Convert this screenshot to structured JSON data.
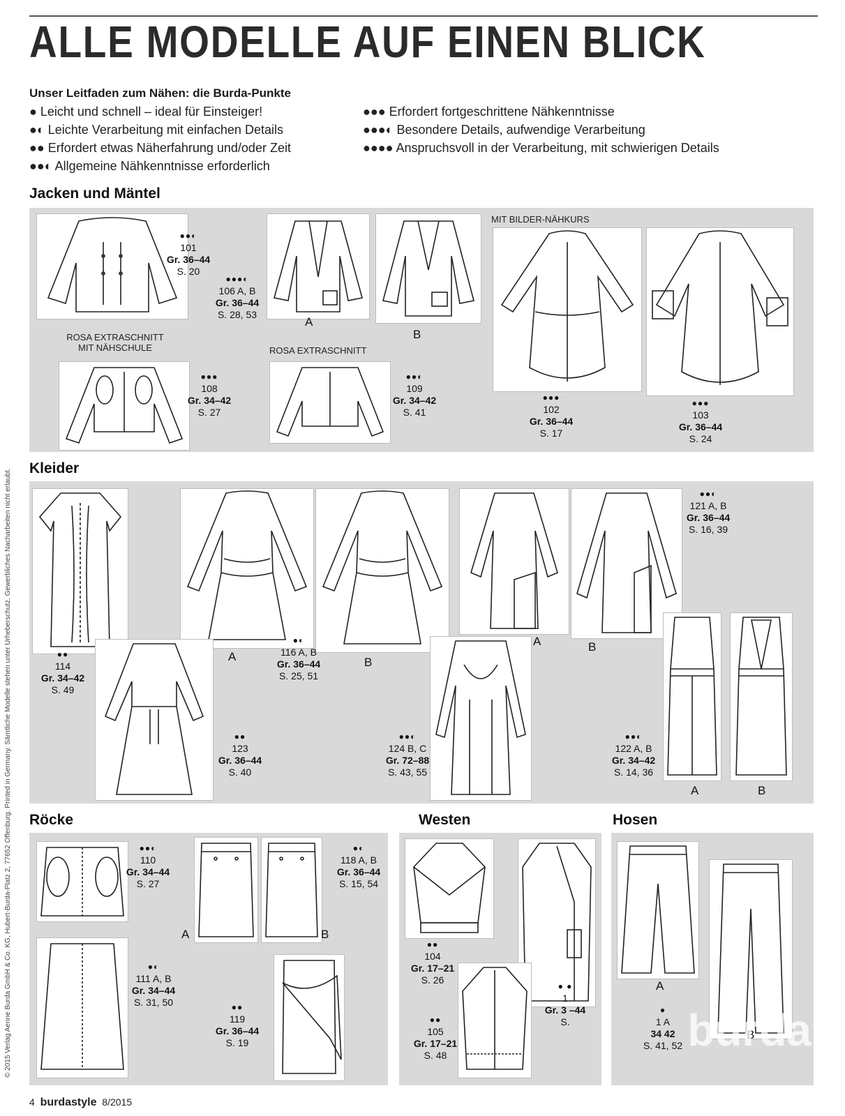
{
  "page_title": "ALLE MODELLE AUF EINEN BLICK",
  "guide": {
    "heading": "Unser Leitfaden zum Nähen: die Burda-Punkte",
    "left": [
      {
        "dots": "●",
        "text": "Leicht und schnell – ideal für Einsteiger!"
      },
      {
        "dots": "●◐",
        "text": "Leichte Verarbeitung mit einfachen Details"
      },
      {
        "dots": "●●",
        "text": "Erfordert etwas Näherfahrung und/oder Zeit"
      },
      {
        "dots": "●●◐",
        "text": "Allgemeine Nähkenntnisse erforderlich"
      }
    ],
    "right": [
      {
        "dots": "●●●",
        "text": "Erfordert fortgeschrittene Nähkenntnisse"
      },
      {
        "dots": "●●●◐",
        "text": "Besondere Details, aufwendige Verarbeitung"
      },
      {
        "dots": "●●●●",
        "text": "Anspruchsvoll in der Verarbeitung, mit schwierigen Details"
      }
    ]
  },
  "sections": {
    "jacken": "Jacken und Mäntel",
    "kleider": "Kleider",
    "roecke": "Röcke",
    "westen": "Westen",
    "hosen": "Hosen"
  },
  "tags": {
    "bilder": "MIT BILDER-NÄHKURS",
    "rosa1a": "ROSA EXTRASCHNITT",
    "rosa1b": "MIT NÄHSCHULE",
    "rosa2": "ROSA EXTRASCHNITT"
  },
  "models": {
    "m101": {
      "dots": "●●◐",
      "num": "101",
      "gr": "Gr. 36–44",
      "page": "S. 20"
    },
    "m106": {
      "dots": "●●●◐",
      "num": "106 A, B",
      "gr": "Gr. 36–44",
      "page": "S. 28, 53"
    },
    "m108": {
      "dots": "●●●",
      "num": "108",
      "gr": "Gr. 34–42",
      "page": "S. 27"
    },
    "m109": {
      "dots": "●●◐",
      "num": "109",
      "gr": "Gr. 34–42",
      "page": "S. 41"
    },
    "m102": {
      "dots": "●●●",
      "num": "102",
      "gr": "Gr. 36–44",
      "page": "S. 17"
    },
    "m103": {
      "dots": "●●●",
      "num": "103",
      "gr": "Gr. 36–44",
      "page": "S. 24"
    },
    "m114": {
      "dots": "●●",
      "num": "114",
      "gr": "Gr. 34–42",
      "page": "S. 49"
    },
    "m116": {
      "dots": "●◐",
      "num": "116 A, B",
      "gr": "Gr. 36–44",
      "page": "S. 25, 51"
    },
    "m121": {
      "dots": "●●◐",
      "num": "121 A, B",
      "gr": "Gr. 36–44",
      "page": "S. 16, 39"
    },
    "m123": {
      "dots": "●●",
      "num": "123",
      "gr": "Gr. 36–44",
      "page": "S. 40"
    },
    "m124": {
      "dots": "●●◐",
      "num": "124 B, C",
      "gr": "Gr. 72–88",
      "page": "S. 43, 55"
    },
    "m122": {
      "dots": "●●◐",
      "num": "122 A, B",
      "gr": "Gr. 34–42",
      "page": "S. 14, 36"
    },
    "m110": {
      "dots": "●●◐",
      "num": "110",
      "gr": "Gr. 34–44",
      "page": "S. 27"
    },
    "m118": {
      "dots": "●◐",
      "num": "118 A, B",
      "gr": "Gr. 36–44",
      "page": "S. 15, 54"
    },
    "m111": {
      "dots": "●◐",
      "num": "111 A, B",
      "gr": "Gr. 34–44",
      "page": "S. 31, 50"
    },
    "m119": {
      "dots": "●●",
      "num": "119",
      "gr": "Gr. 36–44",
      "page": "S. 19"
    },
    "m104": {
      "dots": "●●",
      "num": "104",
      "gr": "Gr. 17–21",
      "page": "S. 26"
    },
    "m105": {
      "dots": "●●",
      "num": "105",
      "gr": "Gr. 17–21",
      "page": "S. 48"
    }
  },
  "variant_letters": {
    "a": "A",
    "b": "B"
  },
  "footer": {
    "page_num": "4",
    "brand": "burdastyle",
    "issue": "8/2015"
  },
  "copyright": "© 2015 Verlag Aenne Burda GmbH & Co. KG, Hubert-Burda-Platz 2, 77652 Offenburg. Printed in Germany. Sämtliche Modelle stehen unter Urheberschutz. Gewerbliches Nacharbeiten nicht erlaubt.",
  "watermark": "burda"
}
